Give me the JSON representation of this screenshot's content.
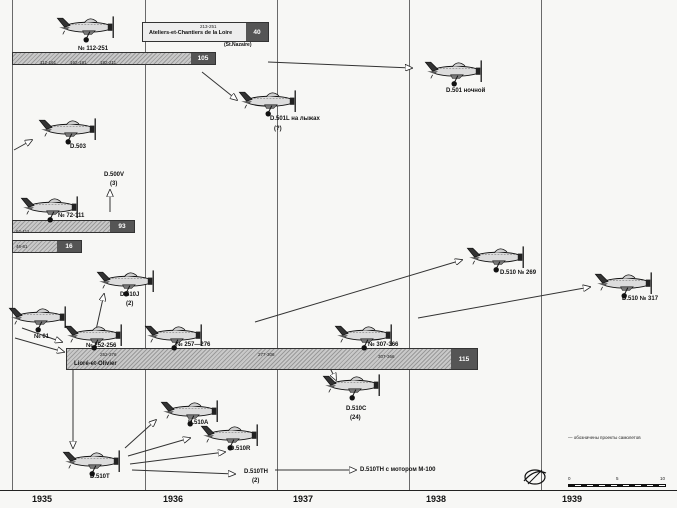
{
  "years": [
    "1935",
    "1936",
    "1937",
    "1938",
    "1939"
  ],
  "bars": {
    "loire": {
      "range": "213-251",
      "count": "40",
      "maker": "Ateliers-et-Chantiers de la Loire",
      "city": "(St.Nazaire)"
    },
    "top": {
      "count": "105",
      "sub1": "112-161",
      "sub2": "162-181",
      "sub3": "182-211"
    },
    "mid": {
      "count": "93",
      "sub": "62-111"
    },
    "small": {
      "count": "16",
      "sub": "46-61"
    },
    "main": {
      "count": "115",
      "maker": "Lioré-et-Olivier",
      "sub1": "252-276",
      "sub2": "277-306",
      "sub3": "307-366"
    }
  },
  "labels": {
    "n112": "№ 112-251",
    "d501night": "D.501 ночной",
    "d501l": "D.501L на лыжах",
    "d501l_n": "(?)",
    "d503": "D.503",
    "d500v": "D.500V",
    "d500v_n": "(3)",
    "n72": "№ 72-111",
    "d510j": "D.510J",
    "d510j_n": "(2)",
    "n01": "№ 01",
    "n252": "№ 252-256",
    "n257": "№ 257—276",
    "n307": "№ 307-366",
    "d510c": "D.510C",
    "d510c_n": "(24)",
    "d510_269": "D.510 № 269",
    "d510_317": "D.510 № 317",
    "d510a": "D.510A",
    "d510r": "D.510R",
    "d510t": "D.510T",
    "d510th": "D.510TH",
    "d510th_n": "(2)",
    "d510th_m": "D.510TH с мотором М-100",
    "legend": "— обозначены проекты самолетов",
    "scale_0": "0",
    "scale_5": "5",
    "scale_10": "10"
  }
}
